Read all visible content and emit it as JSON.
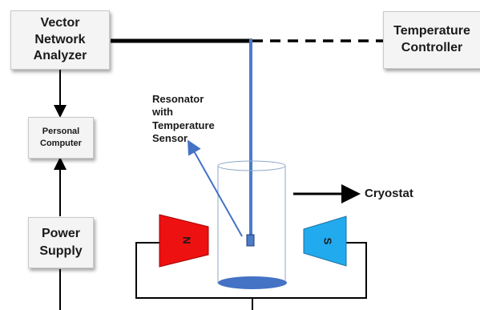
{
  "boxes": {
    "vna": "Vector\nNetwork\nAnalyzer",
    "temp_controller": "Temperature\nController",
    "pc": "Personal\nComputer",
    "power_supply": "Power\nSupply"
  },
  "labels": {
    "resonator": "Resonator\nwith\nTemperature\nSensor",
    "cryostat": "Cryostat"
  },
  "magnets": {
    "north": "N",
    "south": "S"
  },
  "colors": {
    "north": "#ee1111",
    "south": "#22aaee",
    "rod": "#4a7cc9",
    "puddle": "#4472c4",
    "wire": "#000000"
  }
}
